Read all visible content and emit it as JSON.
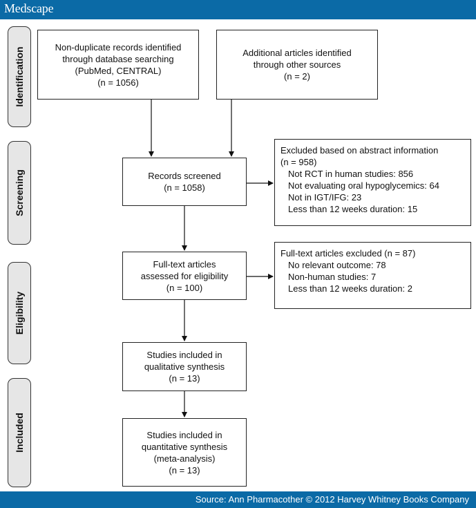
{
  "header": {
    "brand": "Medscape"
  },
  "footer": {
    "source": "Source: Ann Pharmacother © 2012 Harvey Whitney Books Company"
  },
  "phases": {
    "identification": "Identification",
    "screening": "Screening",
    "eligibility": "Eligibility",
    "included": "Included"
  },
  "boxes": {
    "database": [
      "Non-duplicate records identified",
      "through database searching",
      "(PubMed, CENTRAL)",
      "(n = 1056)"
    ],
    "other_sources": [
      "Additional articles identified",
      "through other sources",
      "(n = 2)"
    ],
    "screened": [
      "Records screened",
      "(n = 1058)"
    ],
    "excluded_abstract": {
      "title": [
        "Excluded based on abstract information",
        "(n = 958)"
      ],
      "items": [
        "Not RCT in human studies: 856",
        "Not evaluating oral hypoglycemics: 64",
        "Not in IGT/IFG: 23",
        "Less than 12 weeks duration: 15"
      ]
    },
    "fulltext": [
      "Full-text articles",
      "assessed for eligibility",
      "(n = 100)"
    ],
    "excluded_fulltext": {
      "title": [
        "Full-text articles excluded (n = 87)"
      ],
      "items": [
        "No relevant outcome: 78",
        "Non-human studies: 7",
        "Less than 12 weeks duration: 2"
      ]
    },
    "qualitative": [
      "Studies included in",
      "qualitative synthesis",
      "(n = 13)"
    ],
    "quantitative": [
      "Studies included in",
      "quantitative synthesis",
      "(meta-analysis)",
      "(n = 13)"
    ]
  },
  "colors": {
    "brand_blue": "#0b6aa6",
    "phase_fill": "#e6e6e6"
  }
}
